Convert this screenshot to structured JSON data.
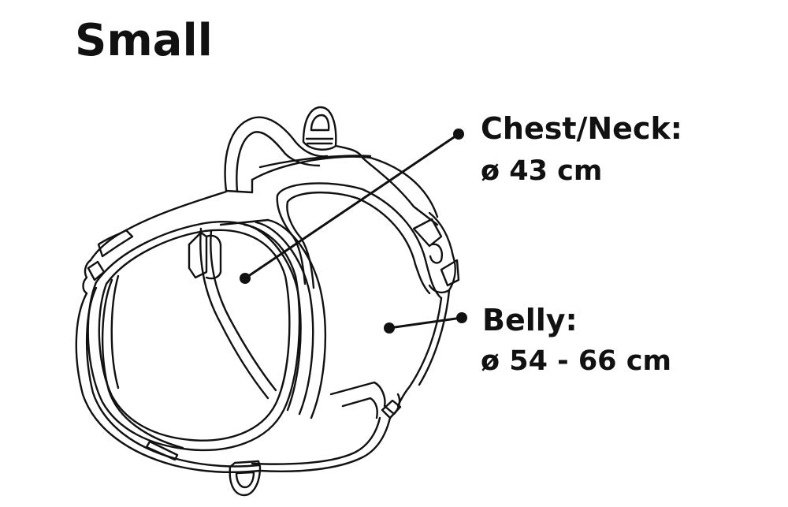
{
  "title": "Small",
  "measurements": [
    {
      "id": "chest",
      "label": "Chest/Neck:",
      "value": "ø 43 cm",
      "diameter_cm": 43,
      "pointer": {
        "from": [
          311,
          353
        ],
        "to": [
          582,
          170
        ]
      }
    },
    {
      "id": "belly",
      "label": "Belly:",
      "value": "ø 54 - 66 cm",
      "diameter_cm_min": 54,
      "diameter_cm_max": 66,
      "pointer": {
        "from": [
          494,
          416
        ],
        "to": [
          586,
          403
        ]
      }
    }
  ],
  "illustration": {
    "subject": "dog harness line drawing",
    "stroke_color": "#111111",
    "background": "#ffffff"
  }
}
